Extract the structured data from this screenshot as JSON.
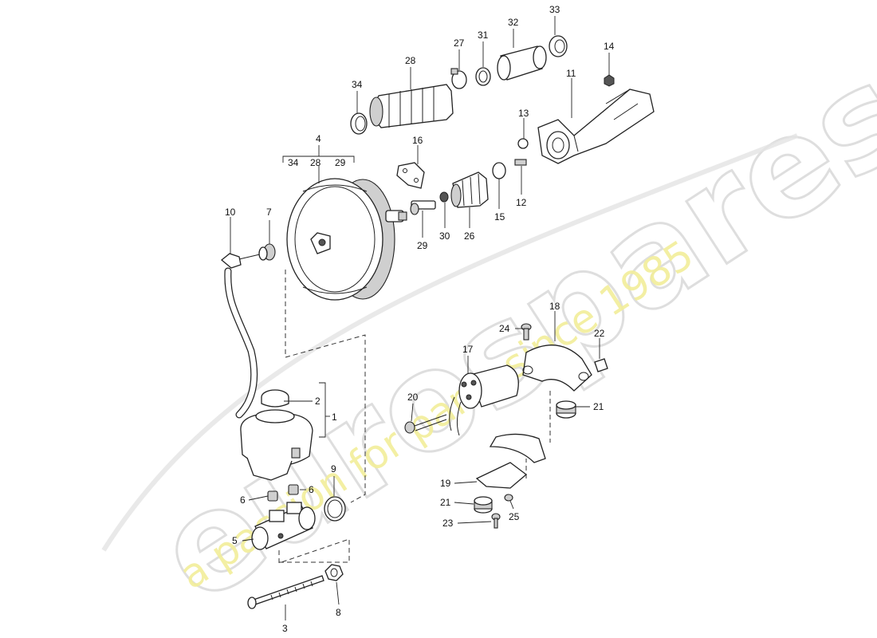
{
  "watermark": {
    "brand": "eurospares",
    "tagline": "a passion for parts since 1985",
    "brand_color": "#d9d9d9",
    "tagline_color": "#f2ee9a"
  },
  "callouts": {
    "c1": "1",
    "c2": "2",
    "c3": "3",
    "c4": "4",
    "c5": "5",
    "c6a": "6",
    "c6b": "6",
    "c7": "7",
    "c8": "8",
    "c9": "9",
    "c10": "10",
    "c11": "11",
    "c12": "12",
    "c13": "13",
    "c14": "14",
    "c15": "15",
    "c16": "16",
    "c17": "17",
    "c18": "18",
    "c19": "19",
    "c20": "20",
    "c21a": "21",
    "c21b": "21",
    "c22": "22",
    "c23": "23",
    "c24": "24",
    "c25": "25",
    "c26": "26",
    "c27": "27",
    "c28": "28",
    "c29": "29",
    "c30": "30",
    "c31": "31",
    "c32": "32",
    "c33": "33",
    "c34": "34"
  },
  "group4_subparts": {
    "a": "34",
    "b": "28",
    "c": "29"
  }
}
